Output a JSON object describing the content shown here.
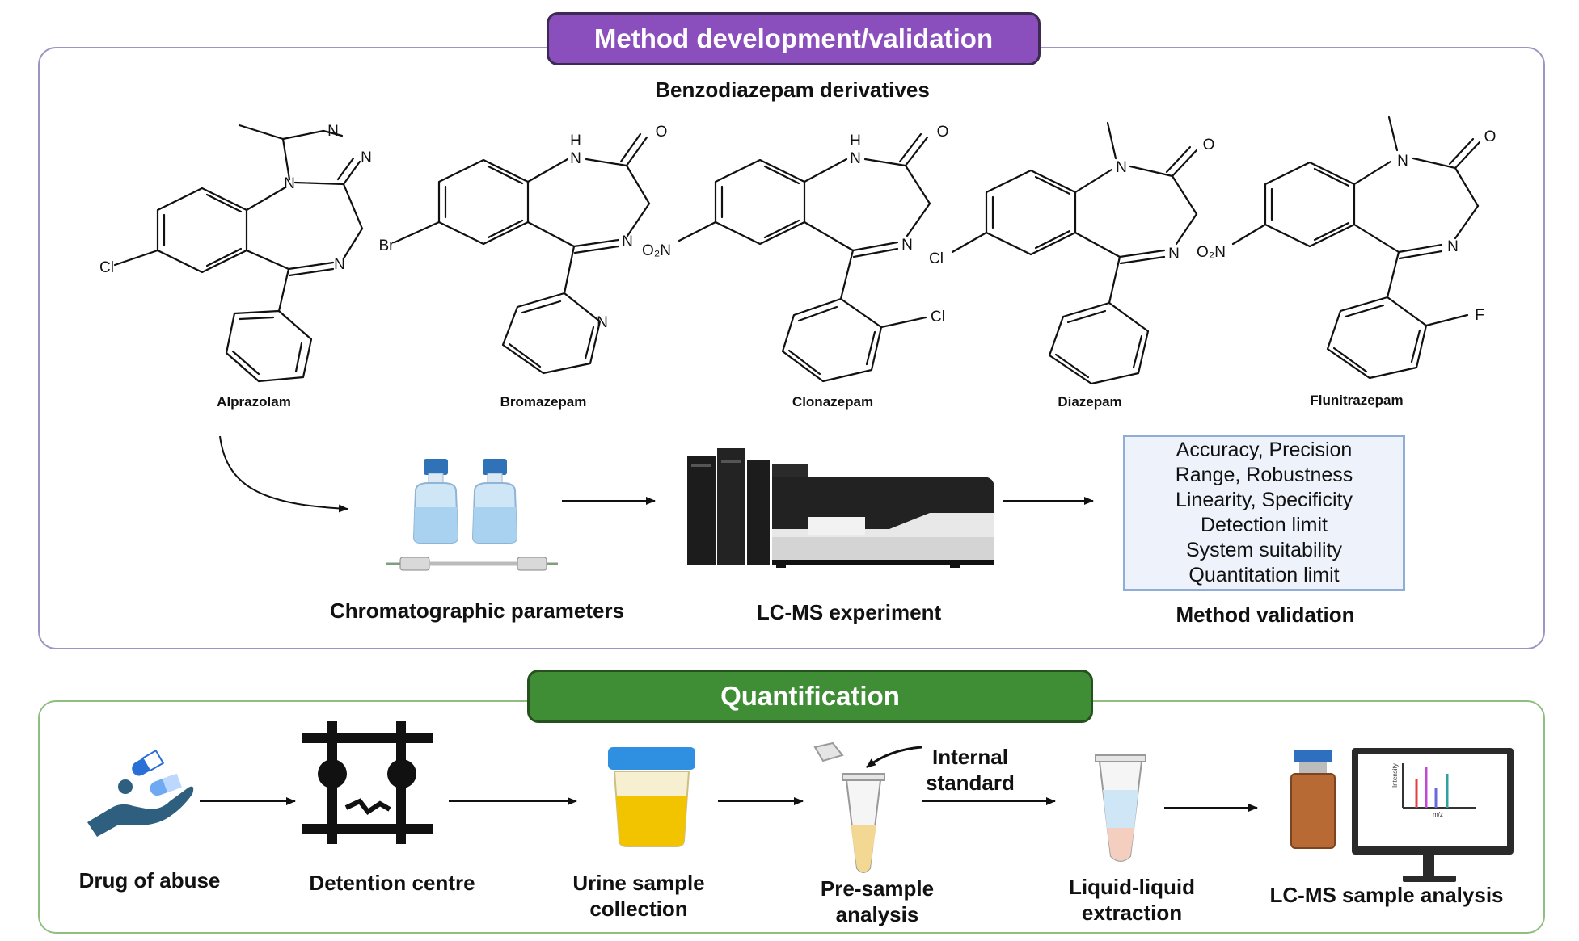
{
  "top_panel": {
    "title": "Method development/validation",
    "subtitle": "Benzodiazepam derivatives",
    "molecules": [
      {
        "name": "Alprazolam",
        "atoms": [
          "N",
          "N",
          "N",
          "N",
          "Cl"
        ]
      },
      {
        "name": "Bromazepam",
        "atoms": [
          "H",
          "N",
          "O",
          "N",
          "Br",
          "N"
        ]
      },
      {
        "name": "Clonazepam",
        "atoms": [
          "H",
          "N",
          "O",
          "N",
          "O₂N",
          "Cl"
        ]
      },
      {
        "name": "Diazepam",
        "atoms": [
          "N",
          "O",
          "N",
          "Cl"
        ]
      },
      {
        "name": "Flunitrazepam",
        "atoms": [
          "N",
          "O",
          "N",
          "O₂N",
          "F"
        ]
      }
    ],
    "steps": {
      "chromatographic": "Chromatographic parameters",
      "lcms": "LC-MS experiment",
      "validation": "Method validation"
    },
    "validation_items": [
      "Accuracy, Precision",
      "Range, Robustness",
      "Linearity, Specificity",
      "Detection limit",
      "System suitability",
      "Quantitation limit"
    ]
  },
  "bottom_panel": {
    "title": "Quantification",
    "steps": {
      "drug": "Drug of abuse",
      "detention": "Detention centre",
      "urine_1": "Urine sample",
      "urine_2": "collection",
      "presample_1": "Pre-sample",
      "presample_2": "analysis",
      "internal_1": "Internal",
      "internal_2": "standard",
      "lle_1": "Liquid-liquid",
      "lle_2": "extraction",
      "lcms": "LC-MS sample analysis"
    },
    "ms_plot": {
      "ylabel": "Intensity",
      "xlabel": "m/z"
    }
  },
  "colors": {
    "top_banner": "#8a4fbd",
    "bottom_banner": "#3f8d35",
    "top_border": "#9c94c2",
    "bottom_border": "#8fbf7f",
    "validation_box": "#eef3fb"
  }
}
